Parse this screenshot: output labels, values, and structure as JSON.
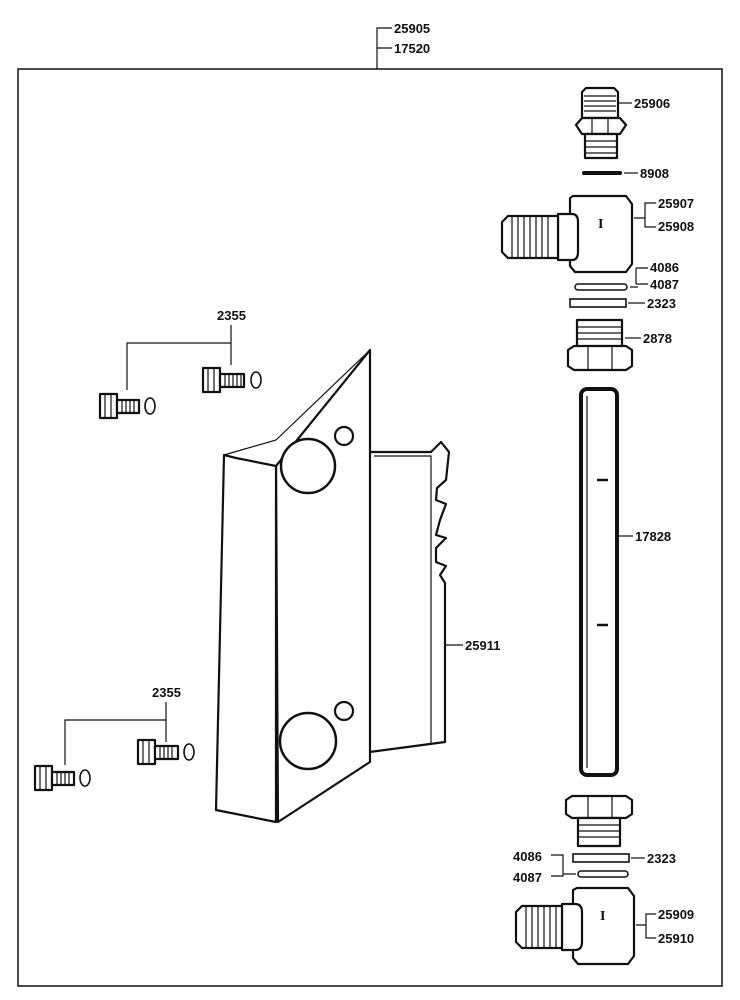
{
  "callouts": {
    "assembly_a": "25905",
    "assembly_b": "17520",
    "fitting_top": "25906",
    "oring_top": "8908",
    "elbow_top_a": "25907",
    "elbow_top_b": "25908",
    "gasket_top_a": "4086",
    "gasket_top_b": "4087",
    "washer_top": "2323",
    "nut_top": "2878",
    "sight_tube": "17828",
    "bracket": "25911",
    "bolts_upper": "2355",
    "bolts_lower": "2355",
    "gasket_bot_a": "4086",
    "gasket_bot_b": "4087",
    "washer_bot": "2323",
    "elbow_bot_a": "25909",
    "elbow_bot_b": "25910",
    "elbow_mark": "I"
  }
}
